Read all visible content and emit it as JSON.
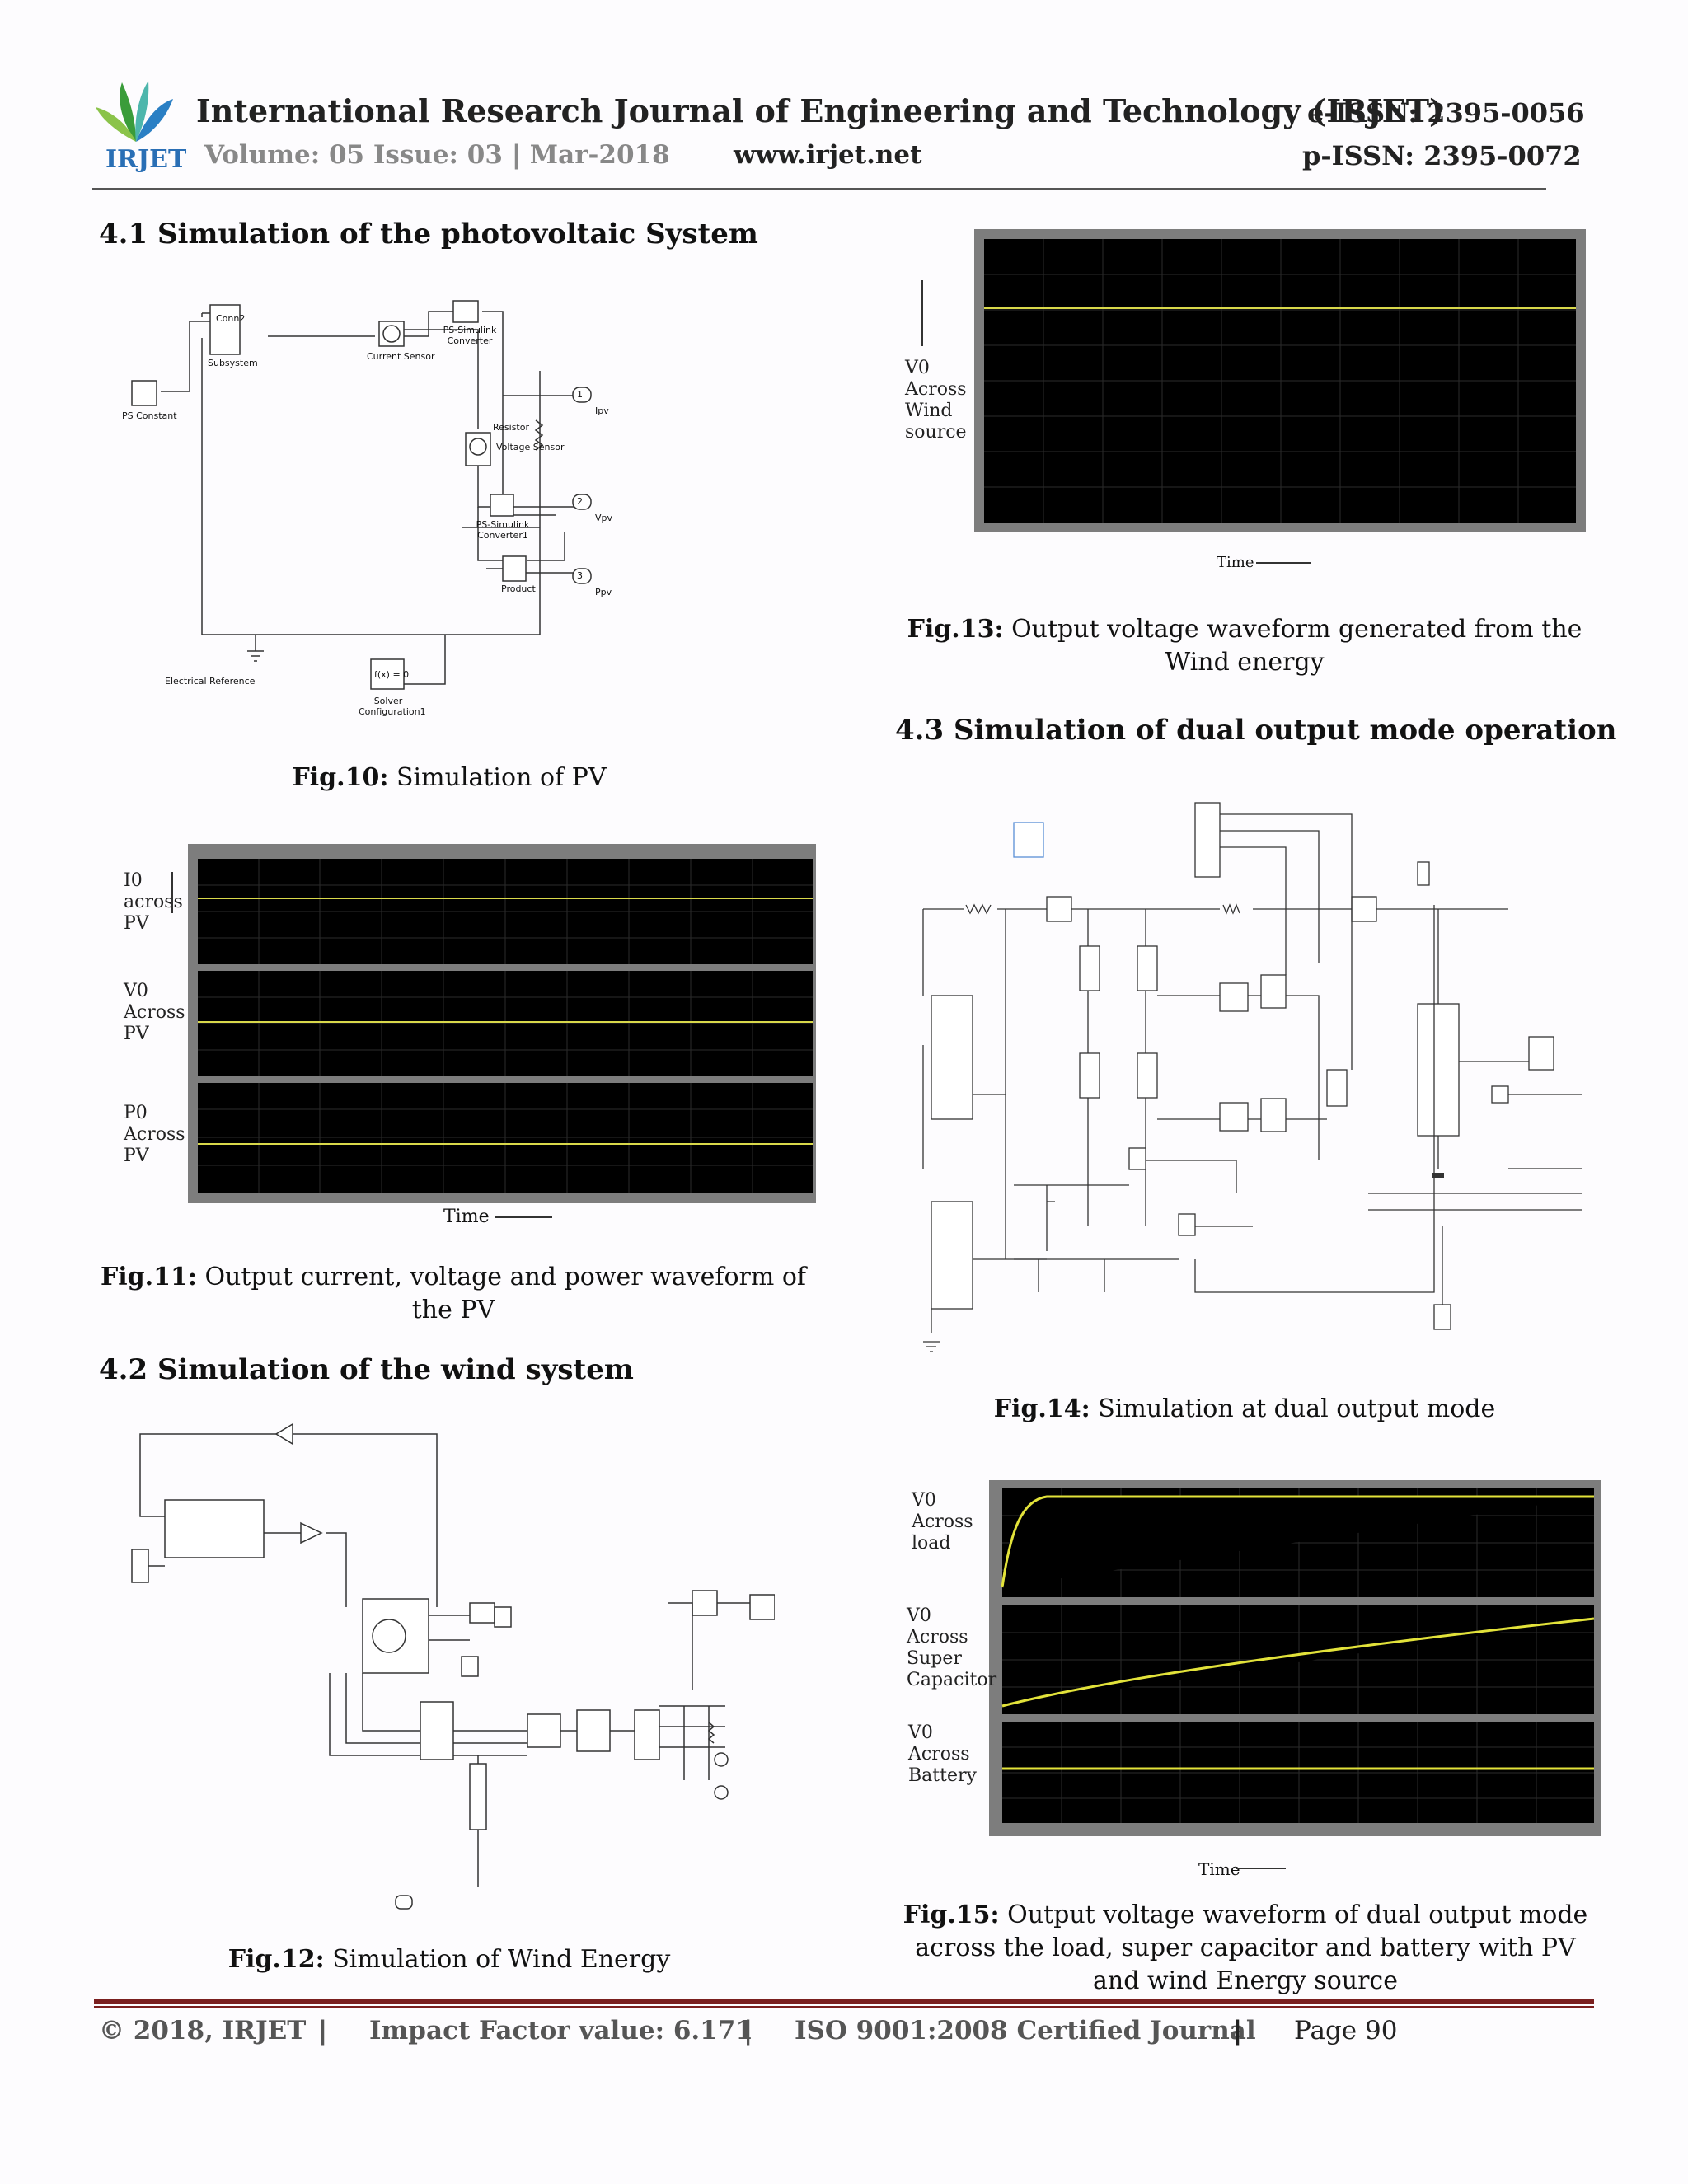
{
  "header": {
    "journal_title": "International Research Journal of Engineering and Technology (IRJET)",
    "e_issn": "e-ISSN: 2395-0056",
    "volume": "Volume: 05 Issue: 03 | Mar-2018",
    "website": "www.irjet.net",
    "p_issn": "p-ISSN: 2395-0072",
    "logo_text": "IRJET"
  },
  "sections": {
    "s41": "4.1 Simulation of the photovoltaic System",
    "s42": "4.2 Simulation of the wind system",
    "s43": "4.3 Simulation of dual output mode operation"
  },
  "figures": {
    "fig10": {
      "label": "Fig.10:",
      "text": " Simulation of PV"
    },
    "fig11": {
      "label": "Fig.11:",
      "text": " Output current, voltage and power waveform of the PV"
    },
    "fig12": {
      "label": "Fig.12:",
      "text": " Simulation of Wind Energy"
    },
    "fig13": {
      "label": "Fig.13:",
      "text": " Output voltage waveform generated from the Wind energy"
    },
    "fig14": {
      "label": "Fig.14:",
      "text": " Simulation at dual output mode"
    },
    "fig15": {
      "label": "Fig.15:",
      "text": " Output voltage waveform of dual output mode across the load, super capacitor and battery with PV and wind Energy source"
    }
  },
  "pv_diagram": {
    "blocks": [
      "Conn2",
      "Subsystem",
      "Current Sensor",
      "PS-Simulink Converter",
      "PS Constant",
      "Resistor",
      "Voltage Sensor",
      "PS-Simulink Converter1",
      "Product",
      "Electrical Reference",
      "Solver Configuration1",
      "f(x) = 0"
    ],
    "ports": [
      "Ipv",
      "Vpv",
      "Ppv"
    ],
    "port_numbers": [
      "1",
      "2",
      "3"
    ]
  },
  "fig11_labels": {
    "current": "I0 across PV",
    "voltage": "V0 Across PV",
    "power": "P0 Across PV",
    "time": "Time"
  },
  "fig13_labels": {
    "voltage": "V0 Across Wind source",
    "time": "Time"
  },
  "fig15_labels": {
    "load": "V0 Across load",
    "supercap": "V0 Across Super Capacitor",
    "battery": "V0 Across Battery",
    "time": "Time"
  },
  "footer": {
    "copyright": "© 2018, IRJET",
    "impact": "Impact Factor value: 6.171",
    "iso": "ISO 9001:2008 Certified Journal",
    "page": "Page 90",
    "sep": "|"
  },
  "colors": {
    "trace": "#d8d84a",
    "scope_bg": "#000000",
    "scope_frame": "#8a8a8a",
    "footer_rule": "#7a1f1f"
  }
}
